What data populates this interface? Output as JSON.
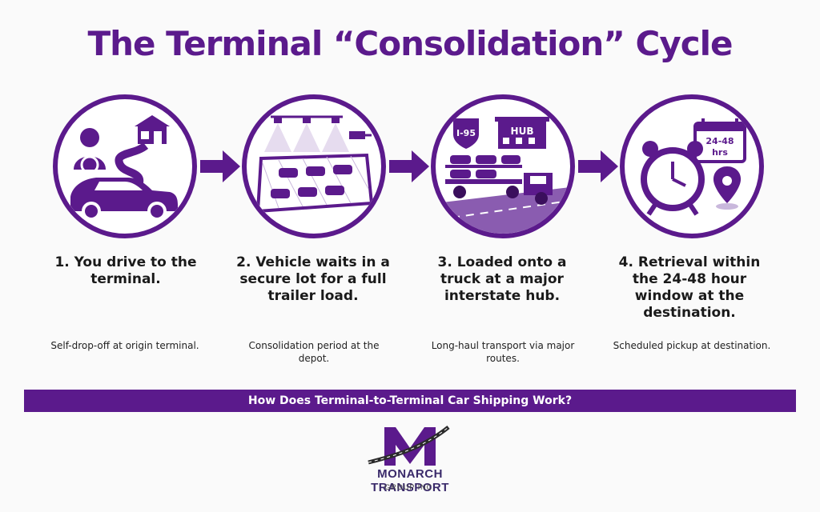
{
  "title": "The Terminal “Consolidation” Cycle",
  "colors": {
    "accent": "#5b1a8c",
    "background": "#fafafa"
  },
  "steps": [
    {
      "icon": "driver-car-terminal-icon",
      "title": "1. You drive to the terminal.",
      "desc": "Self-drop-off at origin terminal."
    },
    {
      "icon": "secure-lot-icon",
      "title": "2. Vehicle waits in a secure lot for a full trailer load.",
      "desc": "Consolidation period at the depot."
    },
    {
      "icon": "car-carrier-truck-icon",
      "title": "3. Loaded onto a truck at a major interstate hub.",
      "desc": "Long-haul transport via major routes.",
      "sign_label": "I-95",
      "hub_label": "HUB"
    },
    {
      "icon": "alarm-clock-calendar-icon",
      "title": "4. Retrieval within the 24-48 hour window at the destination.",
      "desc": "Scheduled pickup at destination.",
      "calendar_label_1": "24-48",
      "calendar_label_2": "hrs"
    }
  ],
  "banner": "How Does Terminal-to-Terminal Car Shipping Work?",
  "logo": {
    "name": "MONARCH TRANSPORT",
    "sub": "GROUP INC."
  }
}
